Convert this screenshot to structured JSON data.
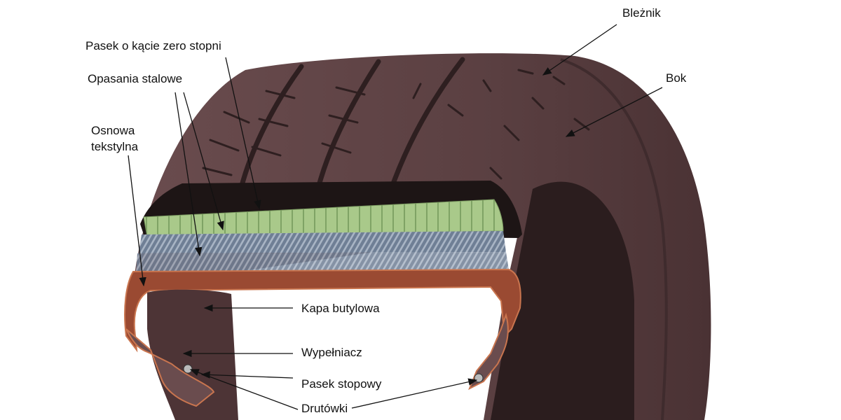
{
  "labels": {
    "tread": "Bleżnik",
    "sidewall": "Bok",
    "zero_degree_belt": "Pasek o kącie zero stopni",
    "steel_belts": "Opasania stalowe",
    "textile_ply_line1": "Osnowa",
    "textile_ply_line2": "tekstylna",
    "butyl_liner": "Kapa butylowa",
    "filler": "Wypełniacz",
    "chafer": "Pasek stopowy",
    "bead_wires": "Drutówki"
  },
  "colors": {
    "rubber": "#5b4042",
    "zero_belt": "#a9c98a",
    "steel": "#6f7f95",
    "ply": "#9a4a32"
  }
}
